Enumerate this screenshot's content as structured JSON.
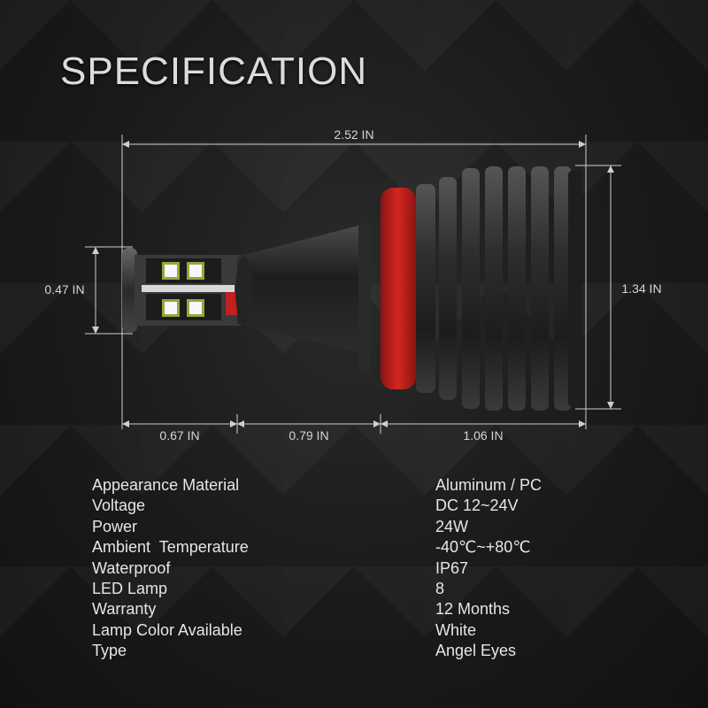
{
  "title": "SPECIFICATION",
  "dimensions": {
    "overall_length": "2.52 IN",
    "head_height": "0.47 IN",
    "body_height": "1.34 IN",
    "head_length": "0.67 IN",
    "neck_length": "0.79 IN",
    "body_length": "1.06 IN"
  },
  "colors": {
    "background": "#1b1b1b",
    "ring": "#c0201e",
    "led": "#f4f7ff",
    "body": "#2a2a2a",
    "text": "#e6e6e6"
  },
  "specs": [
    {
      "key": "Appearance Material",
      "value": "Aluminum / PC"
    },
    {
      "key": "Voltage",
      "value": "DC 12~24V"
    },
    {
      "key": "Power",
      "value": "24W"
    },
    {
      "key": "Ambient  Temperature",
      "value": "-40℃~+80℃"
    },
    {
      "key": "Waterproof",
      "value": "IP67"
    },
    {
      "key": "LED Lamp",
      "value": "8"
    },
    {
      "key": "Warranty",
      "value": "12 Months"
    },
    {
      "key": "Lamp Color Available",
      "value": "White"
    },
    {
      "key": "Type",
      "value": "Angel Eyes"
    }
  ]
}
